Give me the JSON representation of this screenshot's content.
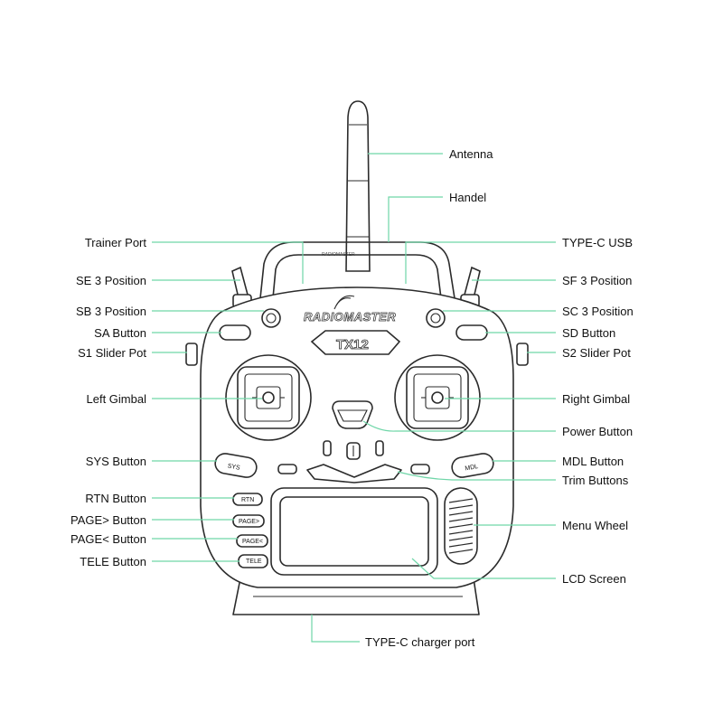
{
  "device": {
    "brand_logo": "RADIOMASTER",
    "model_badge": "TX12",
    "handle_print": "RADIOMASTER",
    "button_labels": {
      "sys": "SYS",
      "mdl": "MDL",
      "rtn": "RTN",
      "page_next": "PAGE>",
      "page_prev": "PAGE<",
      "tele": "TELE"
    }
  },
  "callouts": {
    "antenna": "Antenna",
    "handel": "Handel",
    "trainer_port": "Trainer Port",
    "type_c_usb": "TYPE-C USB",
    "se_3_position": "SE 3 Position",
    "sf_3_position": "SF 3 Position",
    "sb_3_position": "SB 3 Position",
    "sc_3_position": "SC 3 Position",
    "sa_button": "SA Button",
    "sd_button": "SD Button",
    "s1_slider_pot": "S1 Slider Pot",
    "s2_slider_pot": "S2 Slider Pot",
    "left_gimbal": "Left Gimbal",
    "right_gimbal": "Right Gimbal",
    "power_button": "Power Button",
    "sys_button": "SYS Button",
    "mdl_button": "MDL Button",
    "trim_buttons": "Trim Buttons",
    "rtn_button": "RTN Button",
    "page_next_button": "PAGE> Button",
    "page_prev_button": "PAGE< Button",
    "tele_button": "TELE Button",
    "menu_wheel": "Menu Wheel",
    "lcd_screen": "LCD Screen",
    "type_c_charger_port": "TYPE-C charger port"
  },
  "colors": {
    "leader_line": "#6fd6a8",
    "outline": "#2b2b2b",
    "background": "#ffffff"
  }
}
